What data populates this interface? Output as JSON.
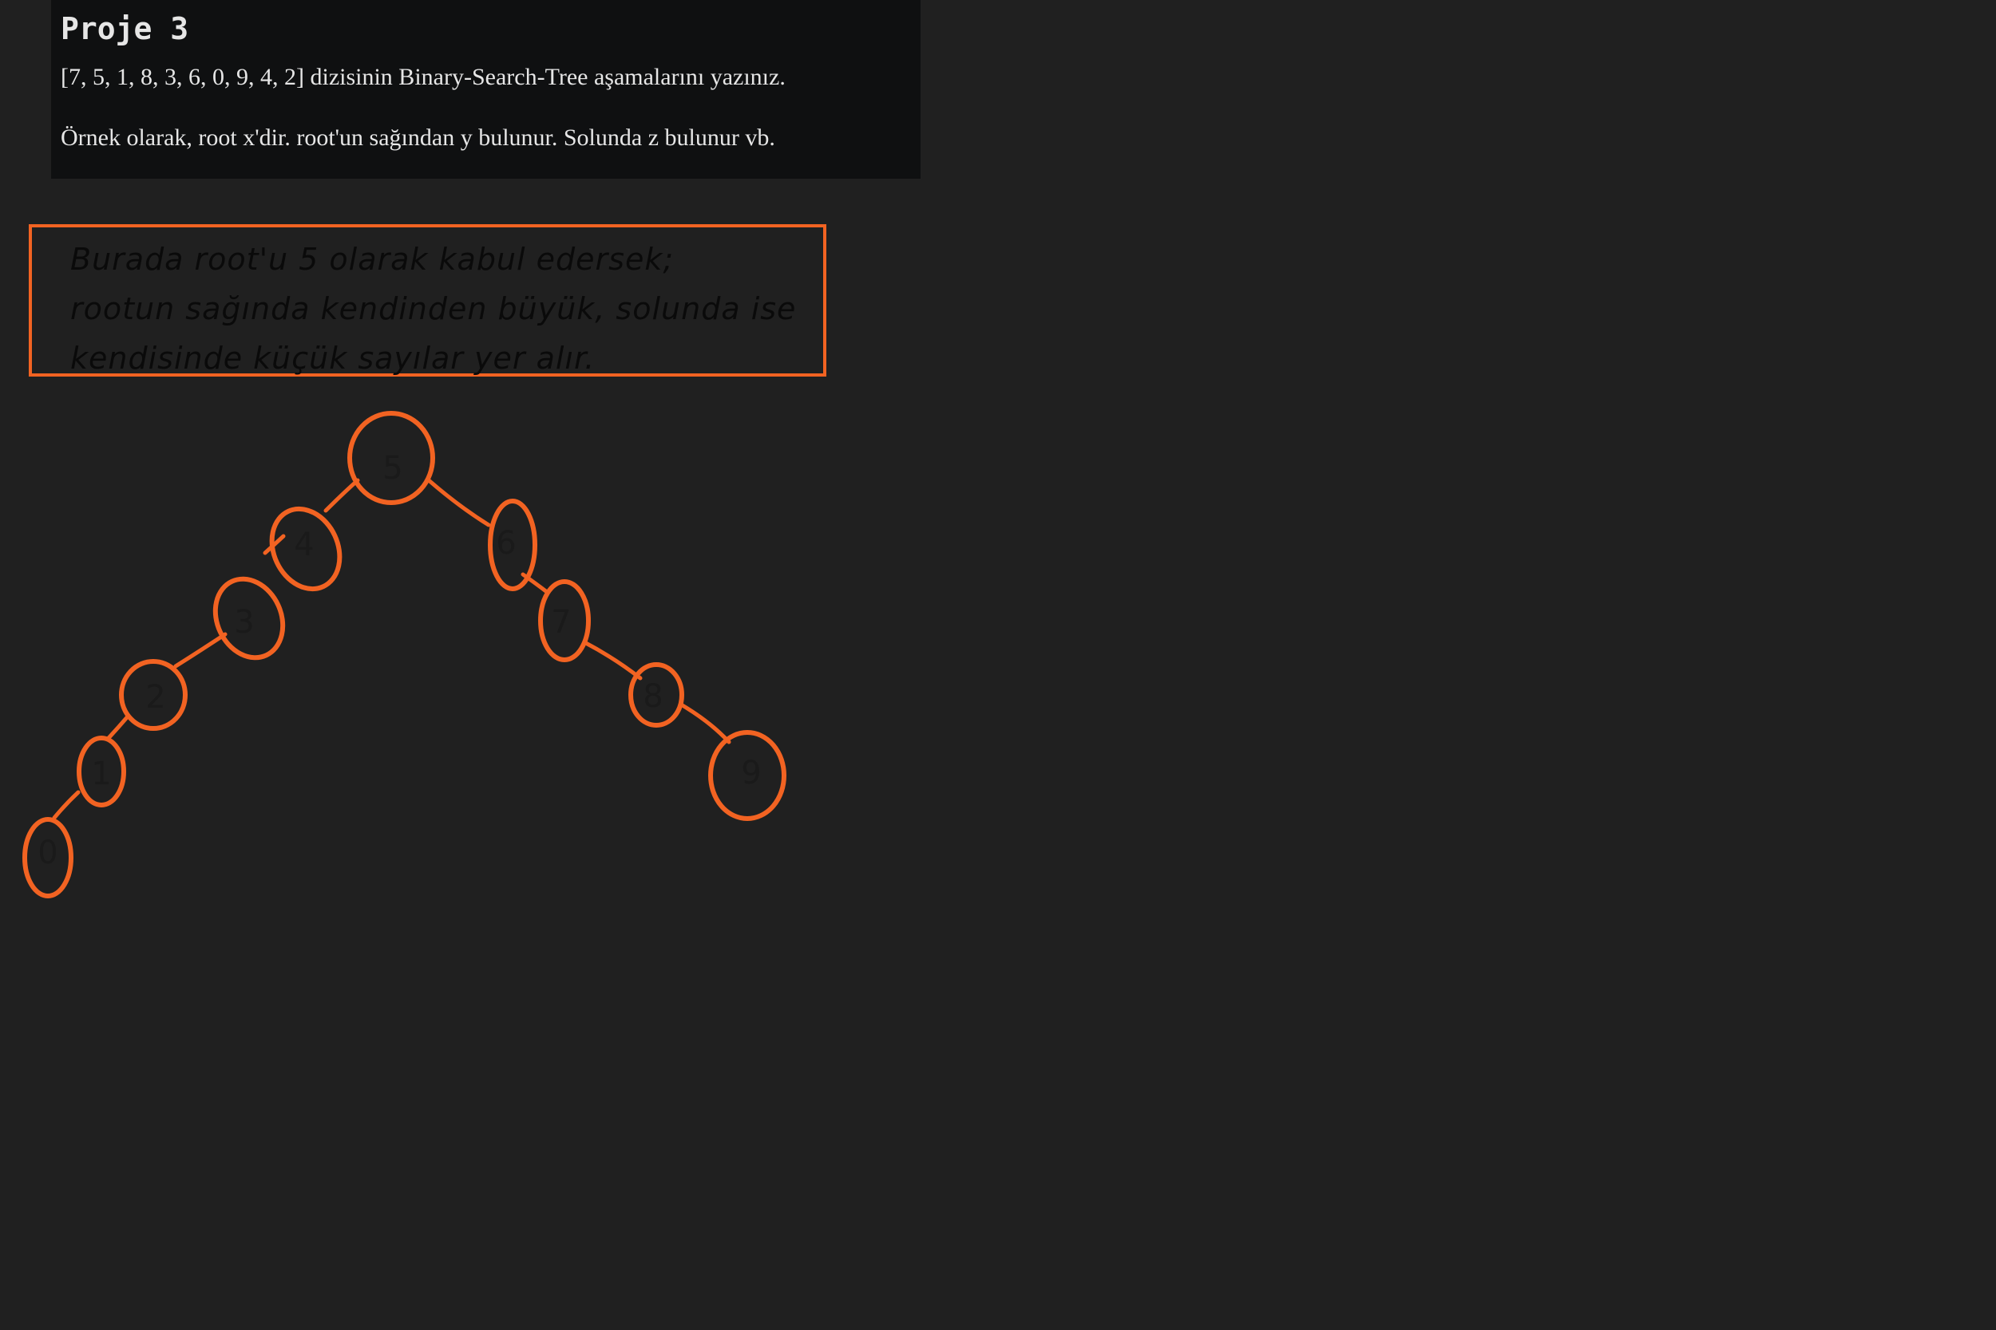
{
  "header": {
    "title": "Proje 3",
    "line1": "[7, 5, 1, 8, 3, 6, 0, 9, 4, 2] dizisinin Binary-Search-Tree aşamalarını yazınız.",
    "line2": "Örnek olarak, root x'dir. root'un sağından y bulunur. Solunda z bulunur vb."
  },
  "note": {
    "line1": "Burada root'u 5 olarak kabul edersek;",
    "line2": "rootun sağında kendinden büyük, solunda ise",
    "line3": "kendisinde küçük sayılar yer alır."
  },
  "tree": {
    "color": "#f26322",
    "root": "5",
    "left_chain": [
      "4",
      "3",
      "2",
      "1",
      "0"
    ],
    "right_chain": [
      "6",
      "7",
      "8",
      "9"
    ]
  }
}
